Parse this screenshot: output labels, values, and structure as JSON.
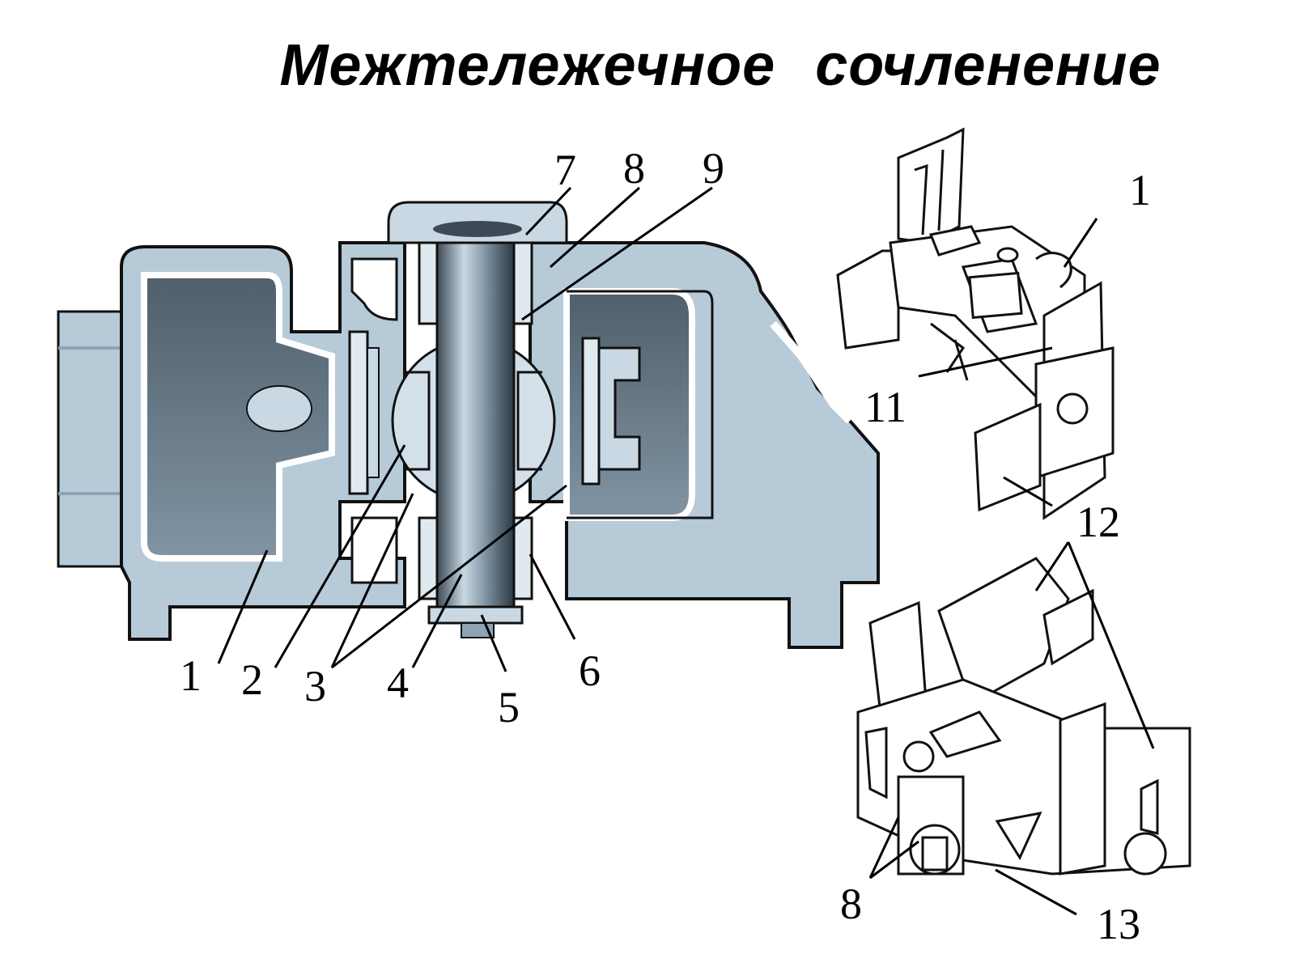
{
  "title": "Межтележечное сочленение",
  "main_labels": {
    "l1": "1",
    "l2": "2",
    "l3": "3",
    "l4": "4",
    "l5": "5",
    "l6": "6",
    "l7": "7",
    "l8": "8",
    "l9": "9"
  },
  "top_right_labels": {
    "l1": "1",
    "l11": "11",
    "l12": "12"
  },
  "bottom_right_labels": {
    "l8": "8",
    "l13": "13"
  },
  "colors": {
    "frame_fill": "#b7cad8",
    "frame_shade": "#8ea4b5",
    "cavity_fill": "#6d7f8c",
    "outline": "#111111"
  }
}
